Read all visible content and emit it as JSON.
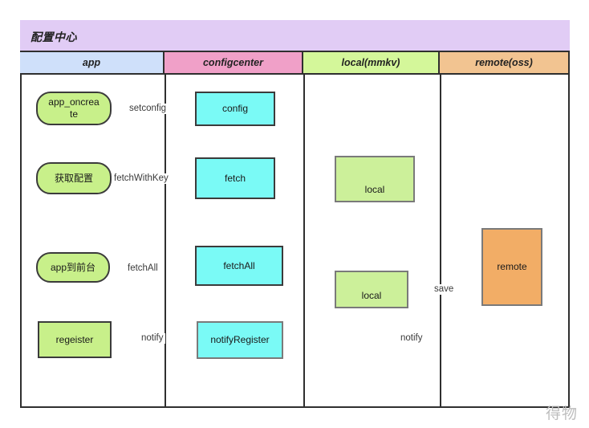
{
  "diagram": {
    "title": "配置中心",
    "watermark": "得物",
    "lanes": [
      {
        "id": "app",
        "label": "app",
        "color": "#cfe0fa"
      },
      {
        "id": "configcenter",
        "label": "configcenter",
        "color": "#f0a0c8"
      },
      {
        "id": "local",
        "label": "local(mmkv)",
        "color": "#d4f79a"
      },
      {
        "id": "remote",
        "label": "remote(oss)",
        "color": "#f2c491"
      }
    ],
    "nodes": [
      {
        "id": "app-oncreate",
        "label": "app_oncrea\nte",
        "lane": "app",
        "shape": "rounded",
        "fill": "#c8f08a"
      },
      {
        "id": "config",
        "label": "config",
        "lane": "configcenter",
        "shape": "rect",
        "fill": "#7afaf6"
      },
      {
        "id": "fetch-config",
        "label": "获取配置",
        "lane": "app",
        "shape": "rounded",
        "fill": "#c8f08a"
      },
      {
        "id": "fetch",
        "label": "fetch",
        "lane": "configcenter",
        "shape": "rect",
        "fill": "#7afaf6"
      },
      {
        "id": "local-1",
        "label": "local",
        "lane": "local",
        "shape": "rect",
        "fill": "#ccf09a"
      },
      {
        "id": "app-foreground",
        "label": "app到前台",
        "lane": "app",
        "shape": "rounded",
        "fill": "#c8f08a"
      },
      {
        "id": "fetchall",
        "label": "fetchAll",
        "lane": "configcenter",
        "shape": "rect",
        "fill": "#7afaf6"
      },
      {
        "id": "local-2",
        "label": "local",
        "lane": "local",
        "shape": "rect",
        "fill": "#ccf09a"
      },
      {
        "id": "remote",
        "label": "remote",
        "lane": "remote",
        "shape": "rect",
        "fill": "#f2ad66"
      },
      {
        "id": "regeister",
        "label": "regeister",
        "lane": "app",
        "shape": "rect",
        "fill": "#c8f08a"
      },
      {
        "id": "notify-register",
        "label": "notifyRegister",
        "lane": "configcenter",
        "shape": "rect",
        "fill": "#7afaf6"
      }
    ],
    "edges": [
      {
        "id": "e1",
        "from": "app-oncreate",
        "to": "config",
        "label": "setconfig"
      },
      {
        "id": "e2",
        "from": "fetch-config",
        "to": "fetch",
        "label": "fetchWithKey"
      },
      {
        "id": "e3",
        "from": "fetch",
        "to": "local-1",
        "label": ""
      },
      {
        "id": "e4",
        "from": "app-foreground",
        "to": "fetchall",
        "label": "fetchAll"
      },
      {
        "id": "e5",
        "from": "fetchall",
        "to": "remote",
        "label": ""
      },
      {
        "id": "e6",
        "from": "remote",
        "to": "local-2",
        "label": "save"
      },
      {
        "id": "e7",
        "from": "remote",
        "to": "notify-register",
        "label": "notify"
      },
      {
        "id": "e8",
        "from": "notify-register",
        "to": "regeister",
        "label": "notify"
      }
    ]
  }
}
